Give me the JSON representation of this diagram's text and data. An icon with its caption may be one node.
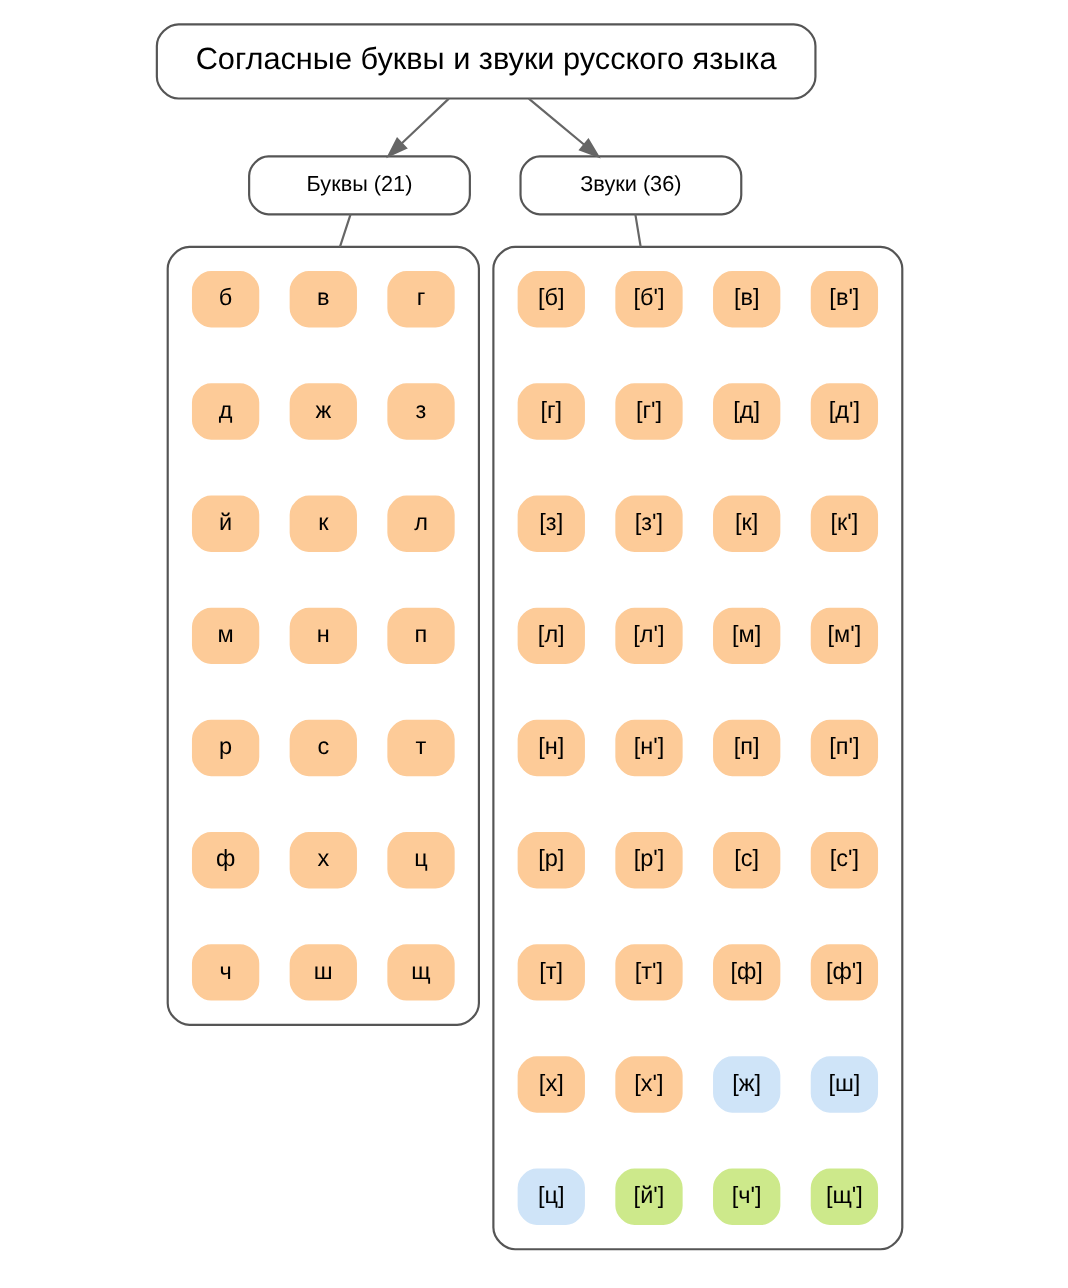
{
  "diagram": {
    "nodes": [
      {
        "text": [
          "Согласные буквы и звуки русского языка"
        ]
      },
      {
        "text": [
          "Буквы (21)"
        ]
      },
      {
        "text": [
          "Звуки (36)"
        ]
      },
      {
        "text": [],
        "shape": "box"
      },
      {
        "text": [
          "б"
        ],
        "in": 3
      },
      {
        "text": [
          "в"
        ],
        "in": 3
      },
      {
        "text": [
          "г"
        ],
        "in": 3
      },
      {
        "text": [
          "д"
        ],
        "in": 3
      },
      {
        "text": [
          "ж"
        ],
        "in": 3
      },
      {
        "text": [
          "з"
        ],
        "in": 3
      },
      {
        "text": [
          "й"
        ],
        "in": 3
      },
      {
        "text": [
          "к"
        ],
        "in": 3
      },
      {
        "text": [
          "л"
        ],
        "in": 3
      },
      {
        "text": [
          "м"
        ],
        "in": 3
      },
      {
        "text": [
          "н"
        ],
        "in": 3
      },
      {
        "text": [
          "п"
        ],
        "in": 3
      },
      {
        "text": [
          "р"
        ],
        "in": 3
      },
      {
        "text": [
          "с"
        ],
        "in": 3
      },
      {
        "text": [
          "т"
        ],
        "in": 3
      },
      {
        "text": [
          "ф"
        ],
        "in": 3
      },
      {
        "text": [
          "х"
        ],
        "in": 3
      },
      {
        "text": [
          "ц"
        ],
        "in": 3
      },
      {
        "text": [
          "ч"
        ],
        "in": 3
      },
      {
        "text": [
          "ш"
        ],
        "in": 3
      },
      {
        "text": [
          "щ"
        ],
        "in": 3
      },
      {
        "text": [],
        "shape": "box"
      },
      {
        "text": [
          "[б]"
        ],
        "in": 25
      },
      {
        "text": [
          "[б']"
        ],
        "in": 25
      },
      {
        "text": [
          "[в]"
        ],
        "in": 25
      },
      {
        "text": [
          "[в']"
        ],
        "in": 25
      },
      {
        "text": [
          "[г]"
        ],
        "in": 25
      },
      {
        "text": [
          "[г']"
        ],
        "in": 25
      },
      {
        "text": [
          "[д]"
        ],
        "in": 25
      },
      {
        "text": [
          "[д']"
        ],
        "in": 25
      },
      {
        "text": [
          "[з]"
        ],
        "in": 25
      },
      {
        "text": [
          "[з']"
        ],
        "in": 25
      },
      {
        "text": [
          "[к]"
        ],
        "in": 25
      },
      {
        "text": [
          "[к']"
        ],
        "in": 25
      },
      {
        "text": [
          "[л]"
        ],
        "in": 25
      },
      {
        "text": [
          "[л']"
        ],
        "in": 25
      },
      {
        "text": [
          "[м]"
        ],
        "in": 25
      },
      {
        "text": [
          "[м']"
        ],
        "in": 25
      },
      {
        "text": [
          "[н]"
        ],
        "in": 25
      },
      {
        "text": [
          "[н']"
        ],
        "in": 25
      },
      {
        "text": [
          "[п]"
        ],
        "in": 25
      },
      {
        "text": [
          "[п']"
        ],
        "in": 25
      },
      {
        "text": [
          "[р]"
        ],
        "in": 25
      },
      {
        "text": [
          "[р']"
        ],
        "in": 25
      },
      {
        "text": [
          "[с]"
        ],
        "in": 25
      },
      {
        "text": [
          "[с']"
        ],
        "in": 25
      },
      {
        "text": [
          "[т]"
        ],
        "in": 25
      },
      {
        "text": [
          "[т']"
        ],
        "in": 25
      },
      {
        "text": [
          "[ф]"
        ],
        "in": 25
      },
      {
        "text": [
          "[ф']"
        ],
        "in": 25
      },
      {
        "text": [
          "[х]"
        ],
        "in": 25
      },
      {
        "text": [
          "[х']"
        ],
        "in": 25
      },
      {
        "text": [
          "[ж]"
        ],
        "in": 25
      },
      {
        "text": [
          "[ш]"
        ],
        "in": 25
      },
      {
        "text": [
          "[ц]"
        ],
        "in": 25
      },
      {
        "text": [
          "[й']"
        ],
        "in": 25
      },
      {
        "text": [
          "[ч']"
        ],
        "in": 25
      },
      {
        "text": [
          "[щ']"
        ],
        "in": 25
      }
    ],
    "edges": [
      {
        "from": 0,
        "to": 1,
        "arrow": "to"
      },
      {
        "from": 0,
        "to": 2,
        "arrow": "to"
      },
      {
        "from": 1,
        "to": 3,
        "arrow": "none"
      },
      {
        "from": 2,
        "to": 25,
        "arrow": "none"
      }
    ]
  }
}
